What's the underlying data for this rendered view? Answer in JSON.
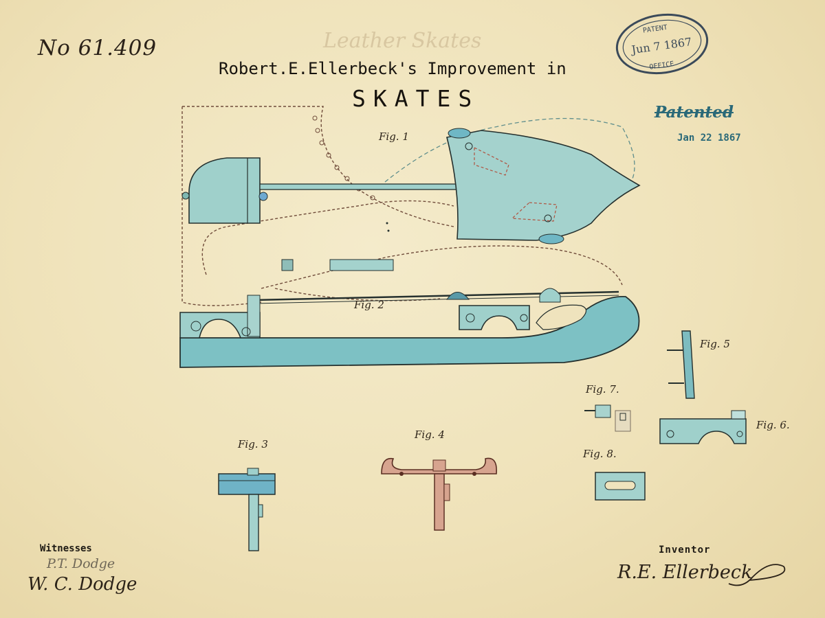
{
  "patent": {
    "number": "No 61.409",
    "subject": "Leather Skates",
    "title": "Robert.E.Ellerbeck's Improvement in",
    "invention": "SKATES"
  },
  "stamps": {
    "office_top": "PATENT",
    "office_date": "Jun 7 1867",
    "office_bottom": "OFFICE",
    "patented_label": "Patented",
    "patented_date": "Jan 22 1867"
  },
  "figures": {
    "fig1": "Fig. 1",
    "fig2": "Fig. 2",
    "fig3": "Fig. 3",
    "fig4": "Fig. 4",
    "fig5": "Fig. 5",
    "fig6": "Fig. 6.",
    "fig7": "Fig. 7.",
    "fig8": "Fig. 8."
  },
  "signatures": {
    "witnesses_label": "Witnesses",
    "witness_1": "P.T. Dodge",
    "witness_2": "W. C. Dodge",
    "inventor_label": "Inventor",
    "inventor_signature": "R.E. Ellerbeck"
  },
  "colors": {
    "paper": "#efe3bd",
    "ink": "#1e1a14",
    "steel_wash": "#8ec8c4",
    "stamp_ink": "#2a6978",
    "red_ink": "#b0523f"
  }
}
